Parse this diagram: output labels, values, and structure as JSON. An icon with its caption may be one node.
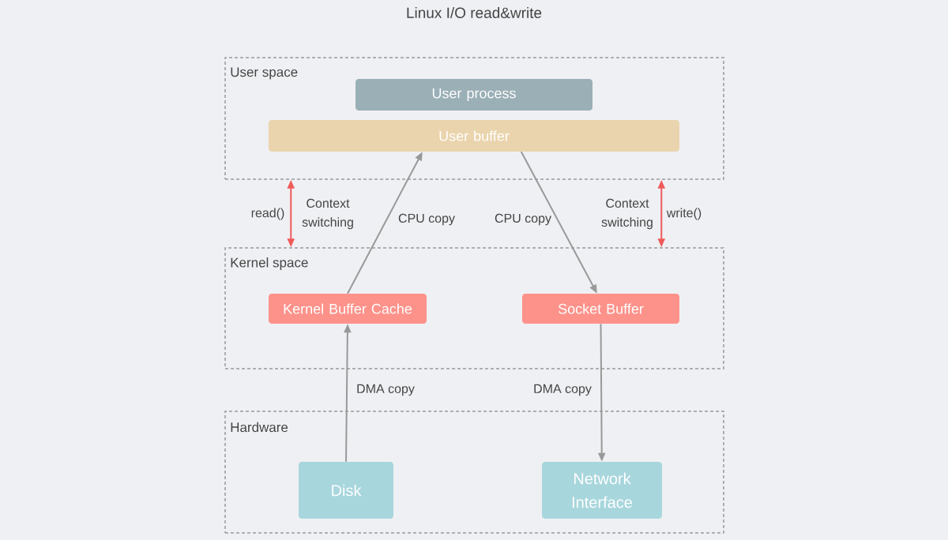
{
  "diagram": {
    "title": "Linux I/O read&write",
    "nodes": [
      {
        "text": [
          "User space"
        ]
      },
      {
        "text": [
          "User process"
        ],
        "in": 0
      },
      {
        "text": [
          "User buffer"
        ],
        "in": 0
      },
      {
        "text": [
          "Kernel space"
        ]
      },
      {
        "text": [
          "Kernel Buffer Cache"
        ],
        "in": 3
      },
      {
        "text": [
          "Socket Buffer"
        ],
        "in": 3
      },
      {
        "text": [
          "Hardware"
        ]
      },
      {
        "text": [
          "Disk"
        ],
        "in": 6
      },
      {
        "text": [
          "Network Interface"
        ],
        "in": 6
      }
    ],
    "edges": [
      {
        "from": 7,
        "to": 4,
        "arrow": "to",
        "label": "DMA copy"
      },
      {
        "from": 4,
        "to": 2,
        "arrow": "to",
        "label": "CPU copy"
      },
      {
        "from": 2,
        "to": 5,
        "arrow": "to",
        "label": "CPU copy"
      },
      {
        "from": 5,
        "to": 8,
        "arrow": "to",
        "label": "DMA copy"
      },
      {
        "from": 0,
        "to": 3,
        "arrow": "both",
        "label": "read()",
        "color": "#f05a5a"
      },
      {
        "from": 0,
        "to": 3,
        "arrow": "both",
        "label": "write()",
        "color": "#f05a5a"
      }
    ],
    "labels": [
      "Context switching",
      "Context switching"
    ]
  }
}
